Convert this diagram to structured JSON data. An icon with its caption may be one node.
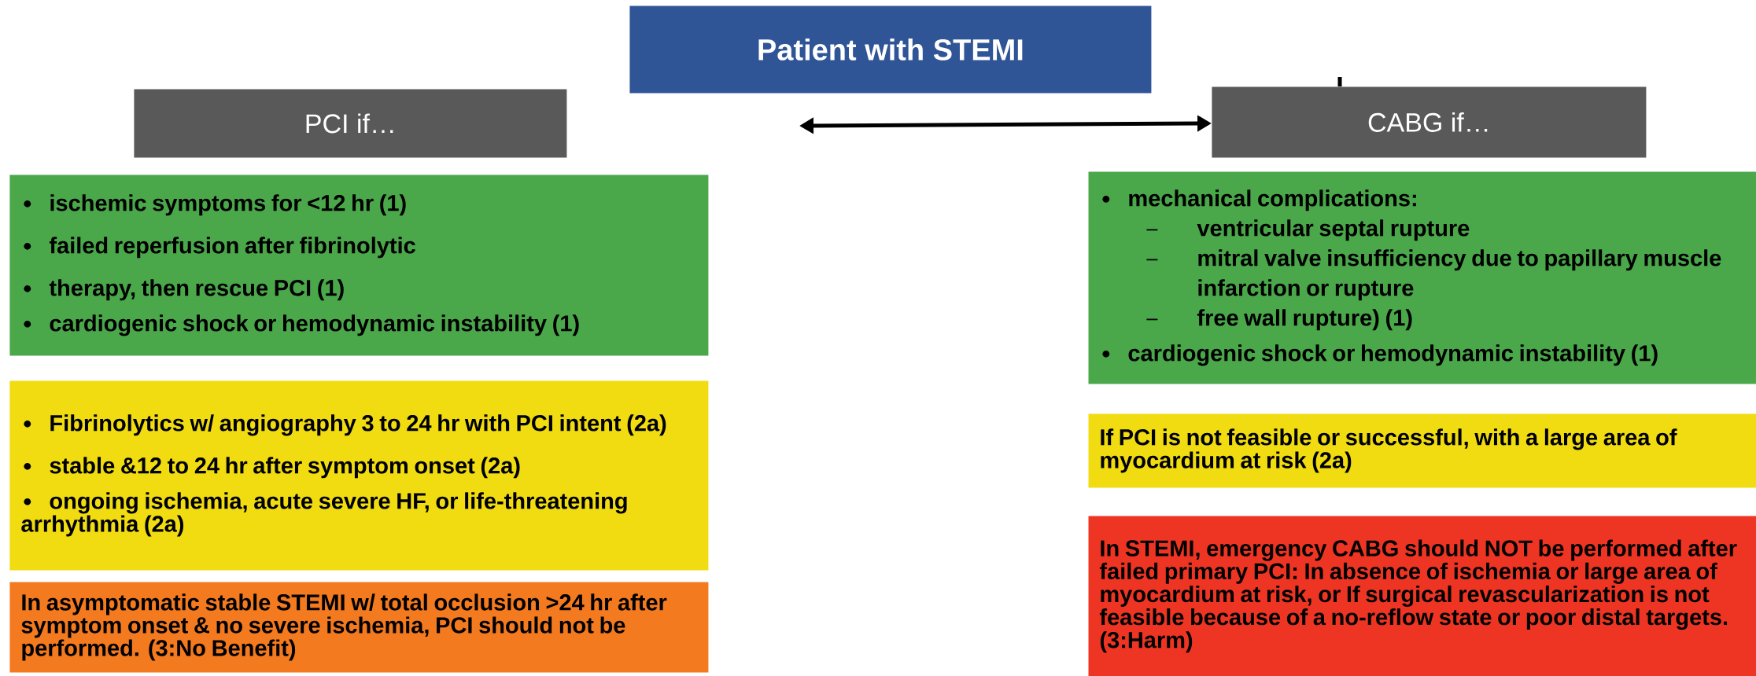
{
  "diagram": {
    "nodes": [
      {
        "text": [
          "Patient with STEMI"
        ]
      },
      {
        "text": [
          "PCI if…"
        ]
      },
      {
        "text": [
          "CABG if…"
        ]
      },
      {
        "text": [
          "ischemic symptoms for <12 hr (1)",
          "failed reperfusion after fibrinolytic",
          "therapy, then rescue PCI (1)",
          "cardiogenic shock or hemodynamic instability (1)"
        ]
      },
      {
        "text": [
          "Fibrinolytics w/ angiography 3 to 24 hr with PCI intent (2a)",
          "stable &12 to 24 hr after symptom onset (2a)",
          "ongoing ischemia, acute severe HF, or life-threatening arrhythmia (2a)"
        ]
      },
      {
        "text": [
          "In asymptomatic stable STEMI w/ total occlusion >24 hr after symptom onset & no severe ischemia, PCI should not be performed.  (3:No Benefit)"
        ]
      },
      {
        "text": [
          "mechanical complications:",
          "ventricular septal rupture",
          "mitral valve insufficiency due to papillary muscle infarction or rupture",
          "free wall rupture) (1)",
          "cardiogenic shock or hemodynamic instability (1)"
        ]
      },
      {
        "text": [
          "If PCI is not feasible or successful, with a large area of myocardium at risk (2a)"
        ]
      },
      {
        "text": [
          "In STEMI, emergency CABG should NOT be performed after failed primary PCI: In absence of ischemia or large area of myocardium at risk, or If surgical revascularization is not feasible because of a no-reflow state or poor distal targets. (3:Harm)"
        ]
      }
    ],
    "edges": [
      {
        "from": null,
        "to": 2,
        "arrow": "both"
      }
    ]
  }
}
